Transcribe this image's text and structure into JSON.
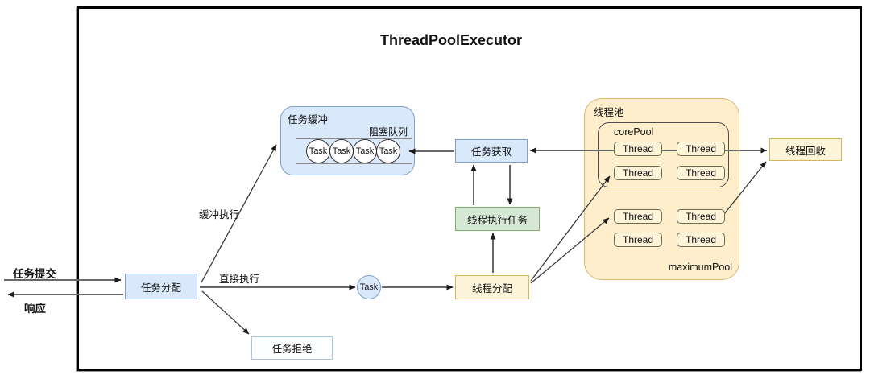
{
  "title": "ThreadPoolExecutor",
  "nodes": {
    "task_dispatch": "任务分配",
    "task_fetch": "任务获取",
    "thread_exec": "线程执行任务",
    "thread_dispatch": "线程分配",
    "task_reject": "任务拒绝",
    "thread_recycle": "线程回收",
    "task_circle": "Task"
  },
  "edge_labels": {
    "submit": "任务提交",
    "response": "响应",
    "buffered_exec": "缓冲执行",
    "direct_exec": "直接执行"
  },
  "buffer": {
    "label": "任务缓冲",
    "queue_label": "阻塞队列",
    "tasks": [
      "Task",
      "Task",
      "Task",
      "Task"
    ]
  },
  "pool": {
    "label": "线程池",
    "core_label": "corePool",
    "max_label": "maximumPool",
    "core_threads": [
      "Thread",
      "Thread",
      "Thread",
      "Thread"
    ],
    "max_threads": [
      "Thread",
      "Thread",
      "Thread",
      "Thread"
    ]
  },
  "colors": {
    "blue_fill": "#dae8fc",
    "blue_border": "#7d9fc9",
    "green_fill": "#d5e8d4",
    "green_border": "#82b366",
    "pool_fill": "#ffeecb",
    "pool_border": "#d9b96c",
    "yellow_fill": "#fdf4da",
    "yellow_border": "#d6b656",
    "line_gray": "#676767",
    "line_black": "#3b3b3b",
    "frame_border": "#000000"
  }
}
